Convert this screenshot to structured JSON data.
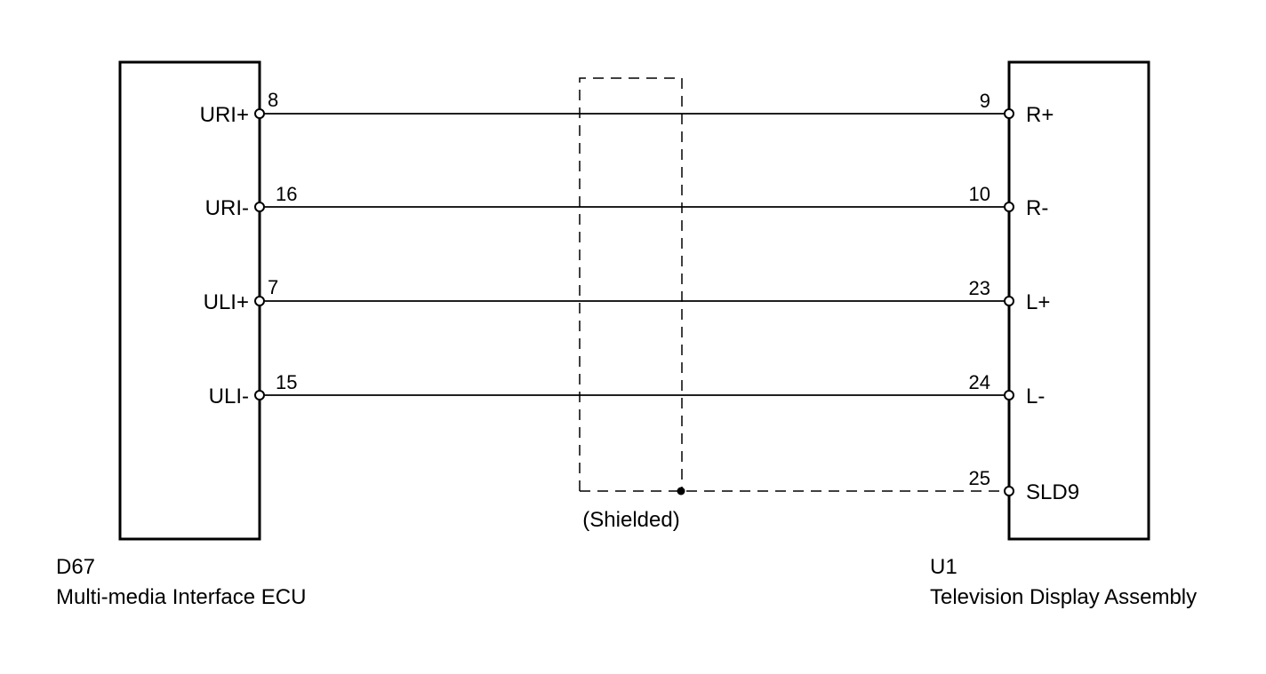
{
  "left_component": {
    "code": "D67",
    "name": "Multi-media Interface ECU"
  },
  "right_component": {
    "code": "U1",
    "name": "Television Display Assembly"
  },
  "shield_label": "(Shielded)",
  "wires": [
    {
      "left_terminal": "URI+",
      "left_pin": "8",
      "right_pin": "9",
      "right_terminal": "R+"
    },
    {
      "left_terminal": "URI-",
      "left_pin": "16",
      "right_pin": "10",
      "right_terminal": "R-"
    },
    {
      "left_terminal": "ULI+",
      "left_pin": "7",
      "right_pin": "23",
      "right_terminal": "L+"
    },
    {
      "left_terminal": "ULI-",
      "left_pin": "15",
      "right_pin": "24",
      "right_terminal": "L-"
    }
  ],
  "shield_wire": {
    "right_pin": "25",
    "right_terminal": "SLD9"
  }
}
